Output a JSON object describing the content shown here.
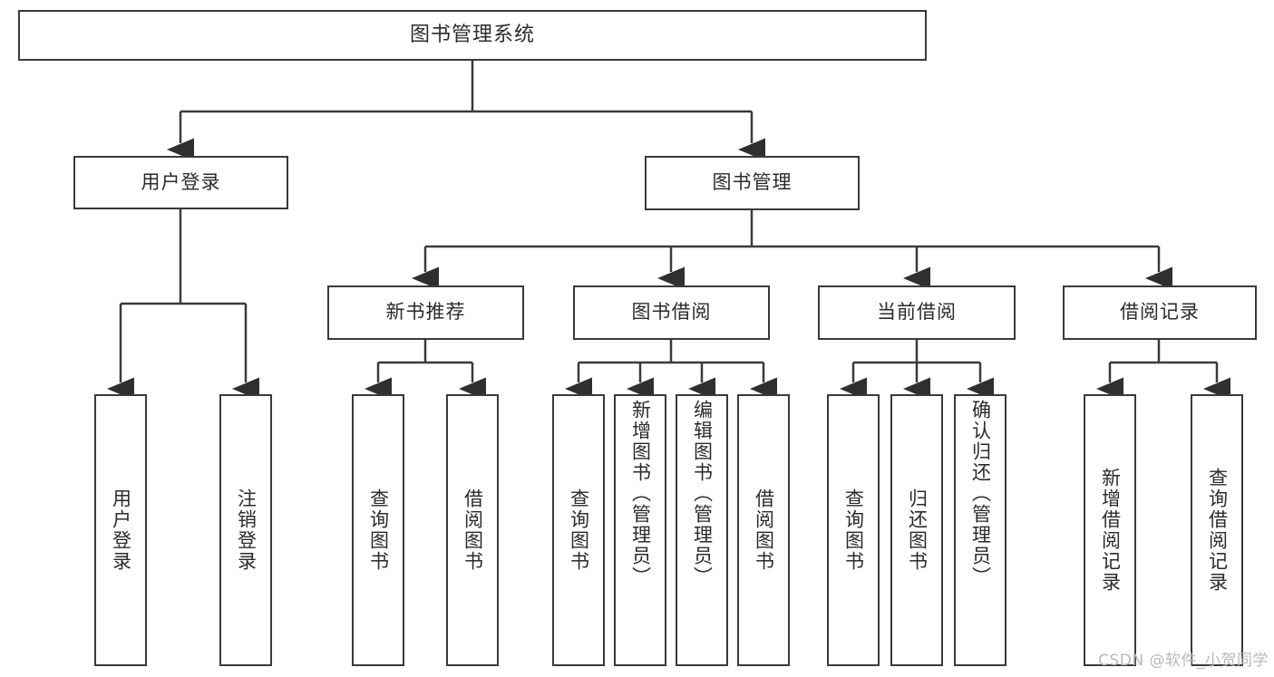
{
  "diagram": {
    "title": "图书管理系统",
    "type": "tree-hierarchy",
    "watermark": "CSDN @软件_小贺同学",
    "colors": {
      "stroke": "#3a3a3a",
      "background": "#ffffff",
      "text": "#2b2b2b",
      "watermark": "#b9b9b9"
    },
    "nodes": {
      "root": {
        "label": "图书管理系统"
      },
      "level1": [
        {
          "label": "用户登录"
        },
        {
          "label": "图书管理"
        }
      ],
      "level2": [
        {
          "label": "新书推荐"
        },
        {
          "label": "图书借阅"
        },
        {
          "label": "当前借阅"
        },
        {
          "label": "借阅记录"
        }
      ],
      "leaves": {
        "user_login": [
          {
            "label": "用户登录"
          },
          {
            "label": "注销登录"
          }
        ],
        "new_book": [
          {
            "label": "查询图书"
          },
          {
            "label": "借阅图书"
          }
        ],
        "book_borrow": [
          {
            "label": "查询图书"
          },
          {
            "label": "新增图书（管理员）"
          },
          {
            "label": "编辑图书（管理员）"
          },
          {
            "label": "借阅图书"
          }
        ],
        "current_borrow": [
          {
            "label": "查询图书"
          },
          {
            "label": "归还图书"
          },
          {
            "label": "确认归还（管理员）"
          }
        ],
        "borrow_record": [
          {
            "label": "新增借阅记录"
          },
          {
            "label": "查询借阅记录"
          }
        ]
      }
    }
  }
}
